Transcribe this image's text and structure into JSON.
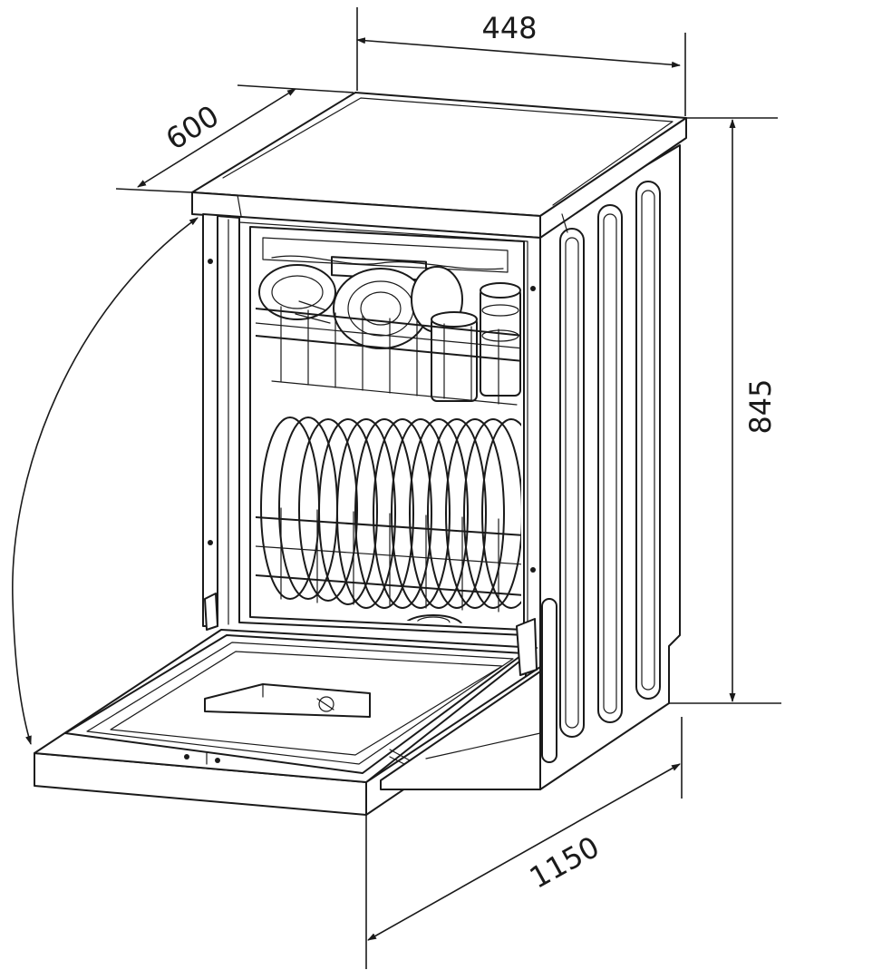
{
  "dimensions": {
    "width": "448",
    "depth": "600",
    "height": "845",
    "depth_door_open": "1150"
  },
  "icons": {
    "arrowhead": "filled-triangle-arrowhead"
  },
  "colors": {
    "line": "#1a1a1a",
    "background": "#ffffff"
  }
}
